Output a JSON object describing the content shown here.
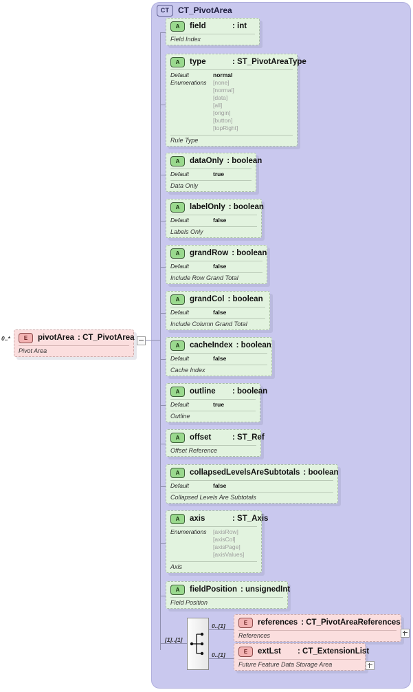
{
  "diagram": {
    "type_badge": "CT",
    "type_name": "CT_PivotArea",
    "root_element": {
      "badge": "E",
      "name": "pivotArea",
      "type": ": CT_PivotArea",
      "description": "Pivot Area",
      "cardinality": "0..*"
    },
    "sequence_cardinality": "[1]..[1]",
    "attributes": [
      {
        "badge": "A",
        "name": "field",
        "type": ": int",
        "description": "Field Index",
        "facets": []
      },
      {
        "badge": "A",
        "name": "type",
        "type": ": ST_PivotAreaType",
        "description": "Rule Type",
        "facets": [
          {
            "label": "Default",
            "values": [
              "normal"
            ],
            "kind": "default"
          },
          {
            "label": "Enumerations",
            "values": [
              "[none]",
              "[normal]",
              "[data]",
              "[all]",
              "[origin]",
              "[button]",
              "[topRight]"
            ],
            "kind": "enum"
          }
        ]
      },
      {
        "badge": "A",
        "name": "dataOnly",
        "type": ": boolean",
        "description": "Data Only",
        "facets": [
          {
            "label": "Default",
            "values": [
              "true"
            ],
            "kind": "default"
          }
        ]
      },
      {
        "badge": "A",
        "name": "labelOnly",
        "type": ": boolean",
        "description": "Labels Only",
        "facets": [
          {
            "label": "Default",
            "values": [
              "false"
            ],
            "kind": "default"
          }
        ]
      },
      {
        "badge": "A",
        "name": "grandRow",
        "type": ": boolean",
        "description": "Include Row Grand Total",
        "facets": [
          {
            "label": "Default",
            "values": [
              "false"
            ],
            "kind": "default"
          }
        ]
      },
      {
        "badge": "A",
        "name": "grandCol",
        "type": ": boolean",
        "description": "Include Column Grand Total",
        "facets": [
          {
            "label": "Default",
            "values": [
              "false"
            ],
            "kind": "default"
          }
        ]
      },
      {
        "badge": "A",
        "name": "cacheIndex",
        "type": ": boolean",
        "description": "Cache Index",
        "facets": [
          {
            "label": "Default",
            "values": [
              "false"
            ],
            "kind": "default"
          }
        ]
      },
      {
        "badge": "A",
        "name": "outline",
        "type": ": boolean",
        "description": "Outline",
        "facets": [
          {
            "label": "Default",
            "values": [
              "true"
            ],
            "kind": "default"
          }
        ]
      },
      {
        "badge": "A",
        "name": "offset",
        "type": ": ST_Ref",
        "description": "Offset Reference",
        "facets": []
      },
      {
        "badge": "A",
        "name": "collapsedLevelsAreSubtotals",
        "type": ": boolean",
        "description": "Collapsed Levels Are Subtotals",
        "facets": [
          {
            "label": "Default",
            "values": [
              "false"
            ],
            "kind": "default"
          }
        ]
      },
      {
        "badge": "A",
        "name": "axis",
        "type": ": ST_Axis",
        "description": "Axis",
        "facets": [
          {
            "label": "Enumerations",
            "values": [
              "[axisRow]",
              "[axisCol]",
              "[axisPage]",
              "[axisValues]"
            ],
            "kind": "enum"
          }
        ]
      },
      {
        "badge": "A",
        "name": "fieldPosition",
        "type": ": unsignedInt",
        "description": "Field Position",
        "facets": []
      }
    ],
    "child_elements": [
      {
        "badge": "E",
        "name": "references",
        "type": ": CT_PivotAreaReferences",
        "description": "References",
        "cardinality": "0..[1]",
        "expandable": "plus"
      },
      {
        "badge": "E",
        "name": "extLst",
        "type": ": CT_ExtensionList",
        "description": "Future Feature Data Storage Area",
        "cardinality": "0..[1]",
        "expandable": "plus"
      }
    ]
  }
}
